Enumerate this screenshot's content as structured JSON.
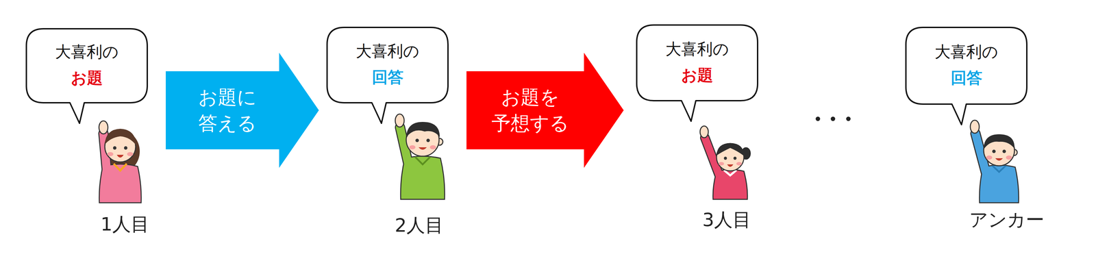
{
  "diagram": {
    "nodes": [
      {
        "text": [
          "大喜利の",
          "お題"
        ]
      },
      {
        "text": [
          "大喜利の",
          "回答"
        ]
      },
      {
        "text": [
          "大喜利の",
          "お題"
        ]
      },
      {
        "text": [
          "大喜利の",
          "回答"
        ]
      }
    ],
    "edges": [
      {
        "from": 0,
        "to": 1,
        "arrow": "to",
        "label": "お題に 答える"
      },
      {
        "from": 1,
        "to": 2,
        "arrow": "to",
        "label": "お題を 予想する"
      }
    ],
    "labels": [
      "1人目",
      "2人目",
      "3人目",
      "アンカー"
    ]
  }
}
